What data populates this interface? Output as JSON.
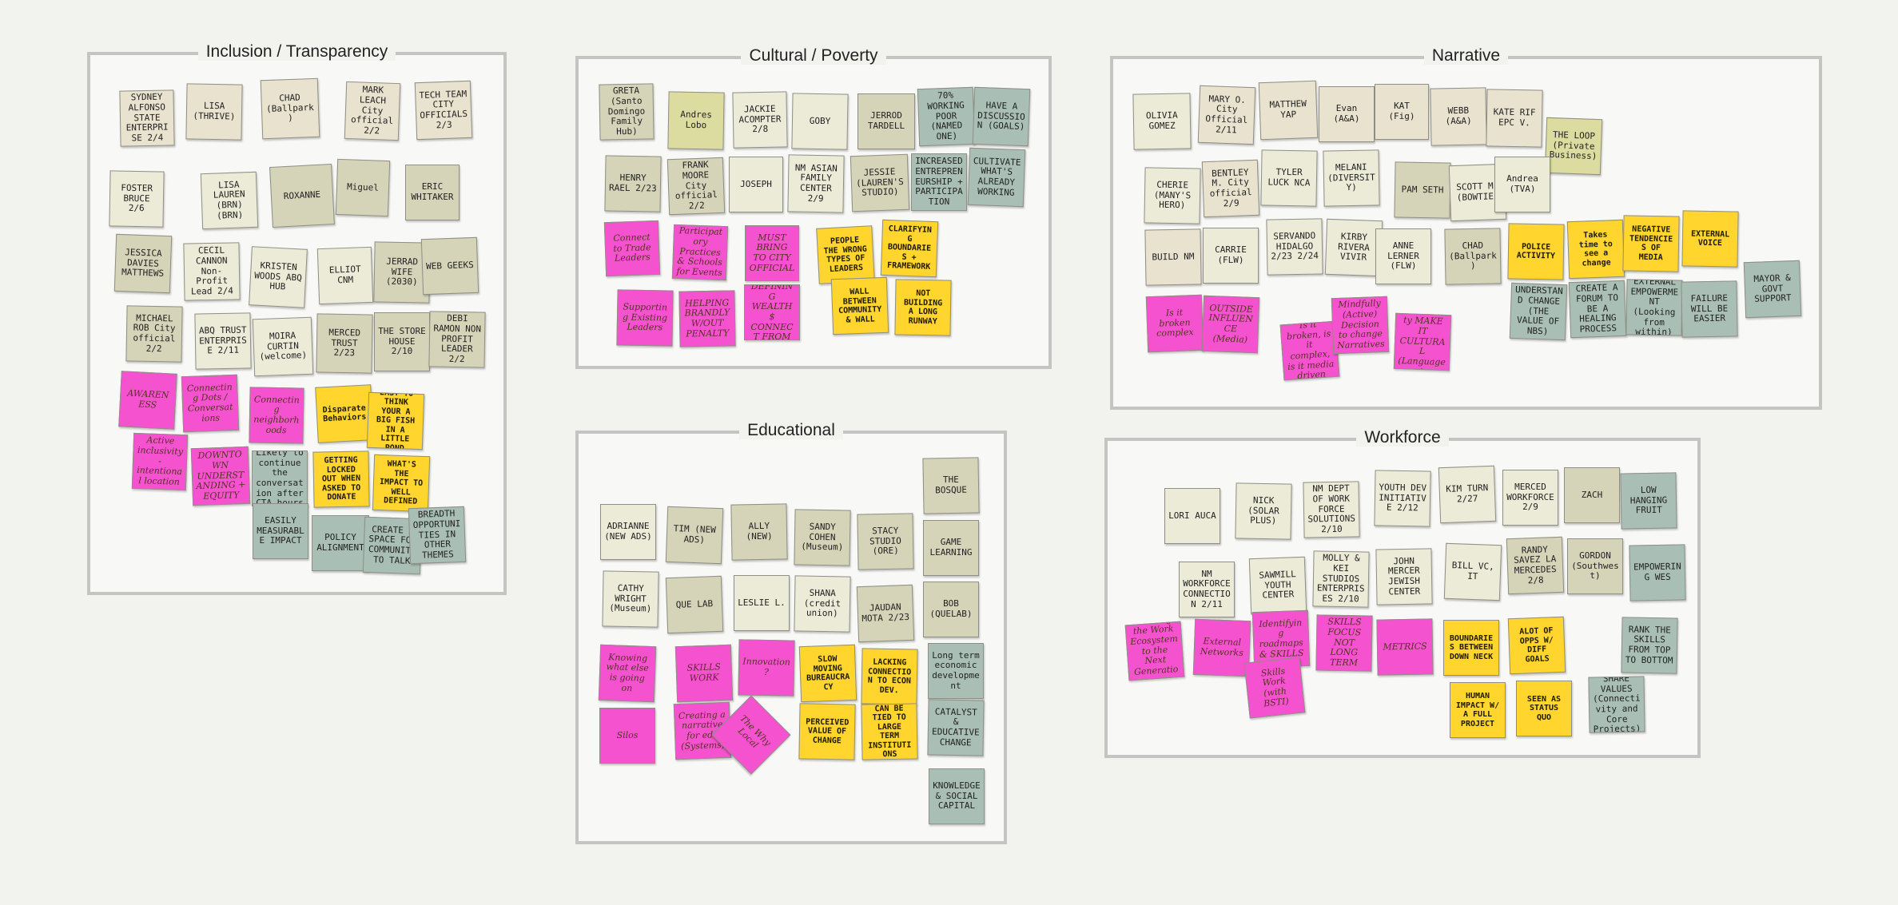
{
  "colors": {
    "background": "#f2f2ef",
    "frame_border": "#c4c4c2",
    "frame_fill": "#f8f8f6",
    "beige": "#e8e2cf",
    "khaki": "#d6d4b8",
    "sage": "#c8d2c4",
    "cream": "#ecebd8",
    "yellow_green": "#dcdca0",
    "teal": "#a9bfb6",
    "pink": "#f552cf",
    "yellow": "#ffd52e"
  },
  "frames": [
    {
      "key": "inclusion",
      "title": "Inclusion / Transparency",
      "notes": [
        {
          "t": "SYDNEY ALFONSO STATE ENTERPRISE 2/4",
          "c": "beige"
        },
        {
          "t": "LISA (THRIVE)",
          "c": "beige"
        },
        {
          "t": "CHAD (Ballpark)",
          "c": "beige"
        },
        {
          "t": "MARK LEACH City official 2/2",
          "c": "beige"
        },
        {
          "t": "TECH TEAM CITY OFFICIALS 2/3",
          "c": "beige"
        },
        {
          "t": "FOSTER BRUCE 2/6",
          "c": "cream"
        },
        {
          "t": "LISA LAUREN (BRN) (BRN)",
          "c": "cream"
        },
        {
          "t": "ROXANNE",
          "c": "khaki"
        },
        {
          "t": "Miguel",
          "c": "khaki"
        },
        {
          "t": "ERIC WHITAKER",
          "c": "khaki"
        },
        {
          "t": "JESSICA DAVIES MATTHEWS",
          "c": "khaki"
        },
        {
          "t": "CECIL CANNON Non-Profit Lead 2/4",
          "c": "cream"
        },
        {
          "t": "KRISTEN WOODS ABQ HUB",
          "c": "cream"
        },
        {
          "t": "ELLIOT CNM",
          "c": "cream"
        },
        {
          "t": "JERRAD WIFE (2030)",
          "c": "khaki"
        },
        {
          "t": "WEB GEEKS",
          "c": "khaki"
        },
        {
          "t": "MICHAEL ROB City official 2/2",
          "c": "khaki"
        },
        {
          "t": "ABQ TRUST ENTERPRISE 2/11",
          "c": "cream"
        },
        {
          "t": "MOIRA CURTIN (welcome)",
          "c": "cream"
        },
        {
          "t": "MERCED TRUST 2/23",
          "c": "khaki"
        },
        {
          "t": "THE STORE HOUSE 2/10",
          "c": "khaki"
        },
        {
          "t": "DEBI RAMON NON PROFIT LEADER 2/2",
          "c": "khaki"
        },
        {
          "t": "AWARENESS",
          "c": "pink"
        },
        {
          "t": "Connecting Dots / Conversations",
          "c": "pink"
        },
        {
          "t": "Connecting neighborhoods",
          "c": "pink"
        },
        {
          "t": "Disparate Behaviors",
          "c": "yellow"
        },
        {
          "t": "EASY TO THINK YOUR A BIG FISH IN A LITTLE POND",
          "c": "yellow"
        },
        {
          "t": "Active inclusivity - intentional location",
          "c": "pink"
        },
        {
          "t": "DOWNTOWN UNDERSTANDING + EQUITY",
          "c": "pink"
        },
        {
          "t": "Likely to continue the conversation after CTA hours",
          "c": "teal"
        },
        {
          "t": "GETTING LOCKED OUT WHEN ASKED TO DONATE",
          "c": "yellow"
        },
        {
          "t": "WHAT'S THE IMPACT TO WELL DEFINED",
          "c": "yellow"
        },
        {
          "t": "EASILY MEASURABLE IMPACT",
          "c": "teal"
        },
        {
          "t": "POLICY ALIGNMENT",
          "c": "teal"
        },
        {
          "t": "CREATE A SPACE FOR COMMUNITY TO TALK",
          "c": "teal"
        },
        {
          "t": "BREADTH OPPORTUNITIES IN OTHER THEMES",
          "c": "teal"
        }
      ]
    },
    {
      "key": "cultural",
      "title": "Cultural / Poverty",
      "notes": [
        {
          "t": "GRETA (Santo Domingo Family Hub)",
          "c": "khaki"
        },
        {
          "t": "Andres Lobo",
          "c": "yellow_green"
        },
        {
          "t": "JACKIE ACOMPTER 2/8",
          "c": "cream"
        },
        {
          "t": "GOBY",
          "c": "cream"
        },
        {
          "t": "JERROD TARDELL",
          "c": "khaki"
        },
        {
          "t": "70% WORKING POOR (NAMED ONE)",
          "c": "teal"
        },
        {
          "t": "HAVE A DISCUSSION (GOALS)",
          "c": "teal"
        },
        {
          "t": "HENRY RAEL 2/23",
          "c": "khaki"
        },
        {
          "t": "FRANK MOORE City official 2/2",
          "c": "khaki"
        },
        {
          "t": "JOSEPH",
          "c": "cream"
        },
        {
          "t": "NM ASIAN FAMILY CENTER 2/9",
          "c": "cream"
        },
        {
          "t": "JESSIE (LAUREN'S STUDIO)",
          "c": "khaki"
        },
        {
          "t": "INCREASED ENTREPRENEURSHIP + PARTICIPATION",
          "c": "teal"
        },
        {
          "t": "CULTIVATE WHAT'S ALREADY WORKING",
          "c": "teal"
        },
        {
          "t": "Connect to Trade Leaders",
          "c": "pink"
        },
        {
          "t": "Participatory Practices & Schools for Events",
          "c": "pink"
        },
        {
          "t": "MUST BRING TO CITY OFFICIAL",
          "c": "pink"
        },
        {
          "t": "PEOPLE THE WRONG TYPES OF LEADERS",
          "c": "yellow"
        },
        {
          "t": "CLARIFYING BOUNDARIES + FRAMEWORK",
          "c": "yellow"
        },
        {
          "t": "Supporting Existing Leaders",
          "c": "pink"
        },
        {
          "t": "HELPING BRANDLY W/OUT PENALTY",
          "c": "pink"
        },
        {
          "t": "DEFINING WEALTH $ CONNECT FROM",
          "c": "pink"
        },
        {
          "t": "WALL BETWEEN COMMUNITY & WALL",
          "c": "yellow"
        },
        {
          "t": "NOT BUILDING A LONG RUNWAY",
          "c": "yellow"
        }
      ]
    },
    {
      "key": "narrative",
      "title": "Narrative",
      "notes": [
        {
          "t": "OLIVIA GOMEZ",
          "c": "cream"
        },
        {
          "t": "MARY O. City Official 2/11",
          "c": "beige"
        },
        {
          "t": "MATTHEW YAP",
          "c": "beige"
        },
        {
          "t": "Evan (A&A)",
          "c": "beige"
        },
        {
          "t": "KAT (Fig)",
          "c": "beige"
        },
        {
          "t": "WEBB (A&A)",
          "c": "beige"
        },
        {
          "t": "KATE RIF EPC V.",
          "c": "beige"
        },
        {
          "t": "THE LOOP (Private Business)",
          "c": "yellow_green"
        },
        {
          "t": "CHERIE (MANY'S HERO)",
          "c": "cream"
        },
        {
          "t": "BENTLEY M. City official 2/9",
          "c": "beige"
        },
        {
          "t": "TYLER LUCK NCA",
          "c": "cream"
        },
        {
          "t": "MELANI (DIVERSITY)",
          "c": "cream"
        },
        {
          "t": "PAM SETH",
          "c": "khaki"
        },
        {
          "t": "SCOTT M. (BOWTIE)",
          "c": "cream"
        },
        {
          "t": "Andrea (TVA)",
          "c": "cream"
        },
        {
          "t": "BUILD NM",
          "c": "beige"
        },
        {
          "t": "CARRIE (FLW)",
          "c": "cream"
        },
        {
          "t": "SERVANDO HIDALGO 2/23 2/24",
          "c": "cream"
        },
        {
          "t": "KIRBY RIVERA VIVIR",
          "c": "cream"
        },
        {
          "t": "ANNE LERNER (FLW)",
          "c": "cream"
        },
        {
          "t": "CHAD (Ballpark)",
          "c": "khaki"
        },
        {
          "t": "POLICE ACTIVITY",
          "c": "yellow"
        },
        {
          "t": "Takes time to see a change",
          "c": "yellow"
        },
        {
          "t": "NEGATIVE TENDENCIES OF MEDIA",
          "c": "yellow"
        },
        {
          "t": "EXTERNAL VOICE",
          "c": "yellow"
        },
        {
          "t": "Is it broken complex",
          "c": "pink"
        },
        {
          "t": "OUTSIDE INFLUENCE (Media)",
          "c": "pink"
        },
        {
          "t": "Is it broken, is it complex, is it media driven",
          "c": "pink"
        },
        {
          "t": "Mindfully (Active) Decision to change Narratives",
          "c": "pink"
        },
        {
          "t": "Authenticity MAKE IT CULTURAL (Language)",
          "c": "pink"
        },
        {
          "t": "UNDERSTAND CHANGE (THE VALUE OF NBS)",
          "c": "teal"
        },
        {
          "t": "CREATE A FORUM TO BE A HEALING PROCESS",
          "c": "teal"
        },
        {
          "t": "EXTERNAL EMPOWERMENT (Looking from within)",
          "c": "teal"
        },
        {
          "t": "FAILURE WILL BE EASIER",
          "c": "teal"
        },
        {
          "t": "MAYOR & GOVT SUPPORT",
          "c": "teal"
        }
      ]
    },
    {
      "key": "educational",
      "title": "Educational",
      "notes": [
        {
          "t": "THE BOSQUE",
          "c": "khaki"
        },
        {
          "t": "ADRIANNE (NEW ADS)",
          "c": "cream"
        },
        {
          "t": "TIM (NEW ADS)",
          "c": "khaki"
        },
        {
          "t": "ALLY (NEW)",
          "c": "khaki"
        },
        {
          "t": "SANDY COHEN (Museum)",
          "c": "khaki"
        },
        {
          "t": "STACY STUDIO (ORE)",
          "c": "khaki"
        },
        {
          "t": "GAME LEARNING",
          "c": "khaki"
        },
        {
          "t": "CATHY WRIGHT (Museum)",
          "c": "cream"
        },
        {
          "t": "QUE LAB",
          "c": "khaki"
        },
        {
          "t": "LESLIE L.",
          "c": "cream"
        },
        {
          "t": "SHANA (credit union)",
          "c": "cream"
        },
        {
          "t": "JAUDAN MOTA 2/23",
          "c": "khaki"
        },
        {
          "t": "BOB (QUELAB)",
          "c": "khaki"
        },
        {
          "t": "Knowing what else is going on",
          "c": "pink"
        },
        {
          "t": "SKILLS WORK",
          "c": "pink"
        },
        {
          "t": "Innovation?",
          "c": "pink"
        },
        {
          "t": "SLOW MOVING BUREAUCRACY",
          "c": "yellow"
        },
        {
          "t": "LACKING CONNECTION TO ECON DEV.",
          "c": "yellow"
        },
        {
          "t": "Long term economic development",
          "c": "teal"
        },
        {
          "t": "Silos",
          "c": "pink"
        },
        {
          "t": "Creating a narrative for edu (Systems)",
          "c": "pink"
        },
        {
          "t": "The Why Local",
          "c": "pink"
        },
        {
          "t": "PERCEIVED VALUE OF CHANGE",
          "c": "yellow"
        },
        {
          "t": "CAN BE TIED TO LARGE TERM INSTITUTIONS",
          "c": "yellow"
        },
        {
          "t": "CATALYST & EDUCATIVE CHANGE",
          "c": "teal"
        },
        {
          "t": "KNOWLEDGE & SOCIAL CAPITAL",
          "c": "teal"
        }
      ]
    },
    {
      "key": "workforce",
      "title": "Workforce",
      "notes": [
        {
          "t": "LORI AUCA",
          "c": "cream"
        },
        {
          "t": "NICK (SOLAR PLUS)",
          "c": "cream"
        },
        {
          "t": "NM DEPT OF WORK FORCE SOLUTIONS 2/10",
          "c": "cream"
        },
        {
          "t": "YOUTH DEV INITIATIVE 2/12",
          "c": "cream"
        },
        {
          "t": "KIM TURN 2/27",
          "c": "cream"
        },
        {
          "t": "MERCED WORKFORCE 2/9",
          "c": "cream"
        },
        {
          "t": "ZACH",
          "c": "khaki"
        },
        {
          "t": "LOW HANGING FRUIT",
          "c": "teal"
        },
        {
          "t": "NM WORKFORCE CONNECTION 2/11",
          "c": "cream"
        },
        {
          "t": "SAWMILL YOUTH CENTER",
          "c": "cream"
        },
        {
          "t": "MOLLY & KEI STUDIOS ENTERPRISES 2/10",
          "c": "cream"
        },
        {
          "t": "JOHN MERCER JEWISH CENTER",
          "c": "cream"
        },
        {
          "t": "BILL VC, IT",
          "c": "cream"
        },
        {
          "t": "RANDY SAVEZ LA MERCEDES 2/8",
          "c": "khaki"
        },
        {
          "t": "GORDON (Southwest)",
          "c": "khaki"
        },
        {
          "t": "EMPOWERING WES",
          "c": "teal"
        },
        {
          "t": "Growing the Work Ecosystem to the Next Generation",
          "c": "pink"
        },
        {
          "t": "External Networks",
          "c": "pink"
        },
        {
          "t": "Identifying roadmaps & SKILLS",
          "c": "pink"
        },
        {
          "t": "SKILLS FOCUS NOT LONG TERM",
          "c": "pink"
        },
        {
          "t": "METRICS",
          "c": "pink"
        },
        {
          "t": "BOUNDARIES BETWEEN DOWN NECK",
          "c": "yellow"
        },
        {
          "t": "ALOT OF OPPS W/ DIFF GOALS",
          "c": "yellow"
        },
        {
          "t": "RANK THE SKILLS FROM TOP TO BOTTOM",
          "c": "teal"
        },
        {
          "t": "Skills Work (with BSTI)",
          "c": "pink"
        },
        {
          "t": "HUMAN IMPACT W/ A FULL PROJECT",
          "c": "yellow"
        },
        {
          "t": "SEEN AS STATUS QUO",
          "c": "yellow"
        },
        {
          "t": "SHARE VALUES (Connectivity and Core Projects)",
          "c": "teal"
        }
      ]
    }
  ]
}
